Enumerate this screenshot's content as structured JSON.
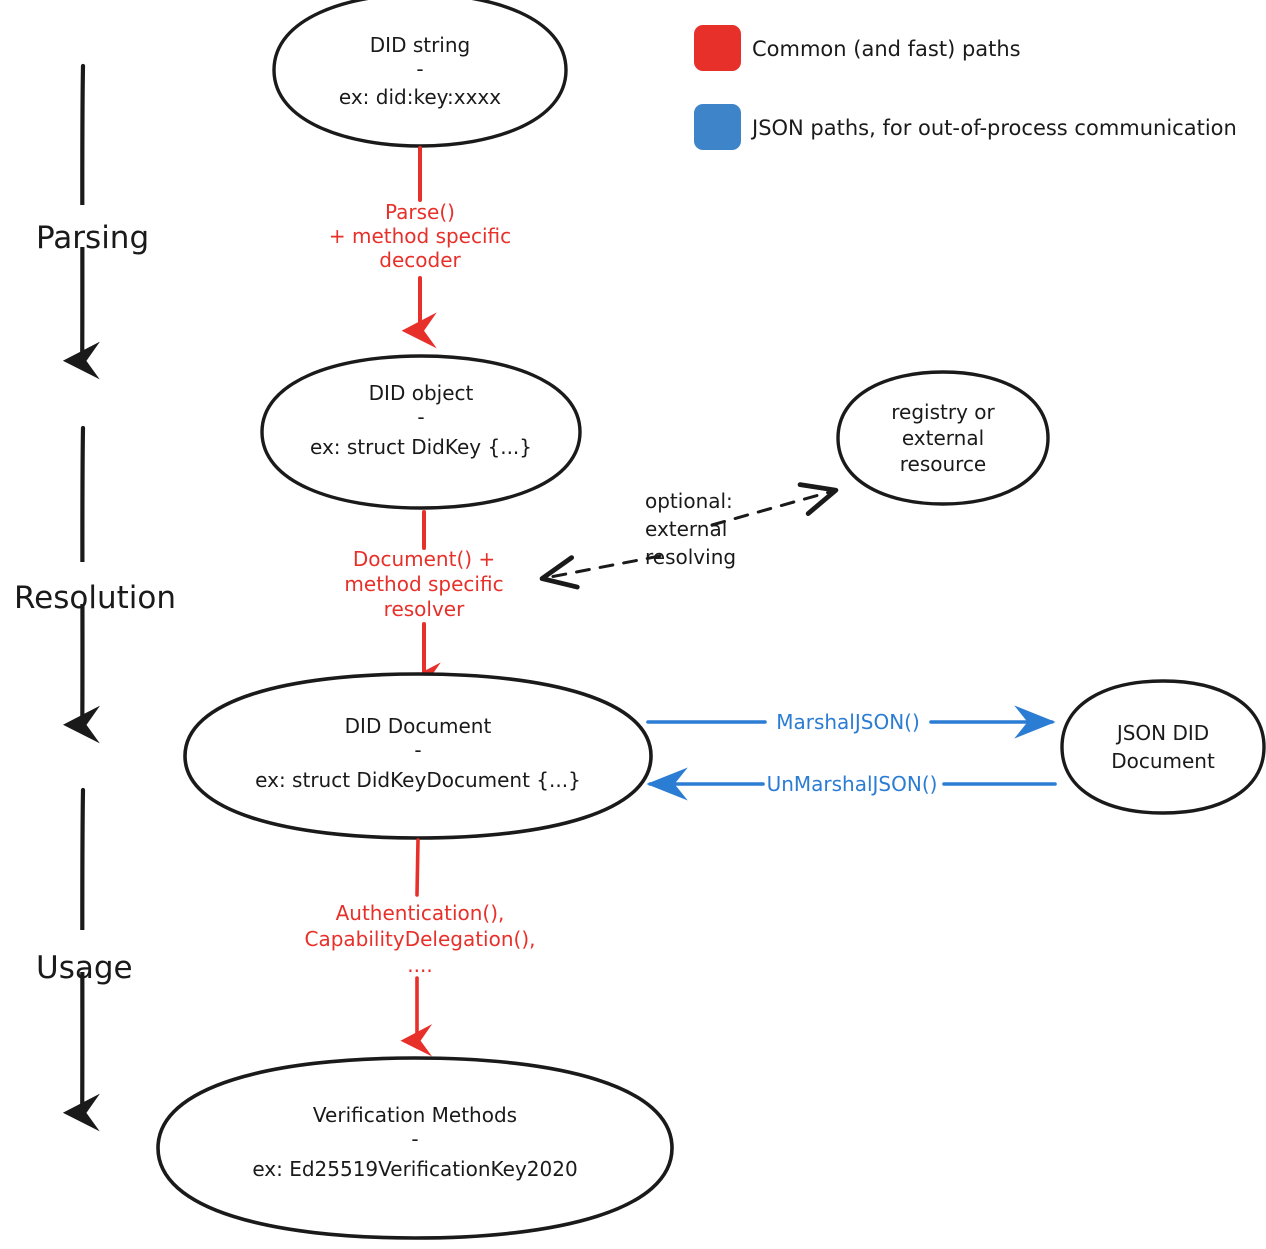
{
  "diagram": {
    "title": "DID lifecycle flow",
    "background": "#ffffff",
    "stroke_color": "#1a1a1a",
    "red": "#e8302a",
    "blue": "#2b7cd3"
  },
  "legend": {
    "items": [
      {
        "color": "#e8302a",
        "label": "Common (and fast) paths",
        "swatch": "red-rounded-square"
      },
      {
        "color": "#3d85c8",
        "label": "JSON paths, for out-of-process communication",
        "swatch": "blue-rounded-square"
      }
    ]
  },
  "phases": [
    {
      "id": "parsing",
      "label": "Parsing"
    },
    {
      "id": "resolution",
      "label": "Resolution"
    },
    {
      "id": "usage",
      "label": "Usage"
    }
  ],
  "nodes": [
    {
      "id": "did-string",
      "lines": [
        "DID string",
        "-",
        "ex: did:key:xxxx"
      ]
    },
    {
      "id": "did-object",
      "lines": [
        "DID object",
        "-",
        "ex: struct DidKey {...}"
      ]
    },
    {
      "id": "registry",
      "lines": [
        "registry or",
        "external",
        "resource"
      ]
    },
    {
      "id": "did-document",
      "lines": [
        "DID Document",
        "-",
        "ex: struct DidKeyDocument {...}"
      ]
    },
    {
      "id": "json-did-document",
      "lines": [
        "JSON DID",
        "Document"
      ]
    },
    {
      "id": "verification-methods",
      "lines": [
        "Verification Methods",
        "-",
        "ex: Ed25519VerificationKey2020"
      ]
    }
  ],
  "edges": [
    {
      "id": "parse-edge",
      "from": "did-string",
      "to": "did-object",
      "color": "#e8302a",
      "style": "solid",
      "lines": [
        "Parse()",
        "+ method specific",
        "decoder"
      ]
    },
    {
      "id": "document-edge",
      "from": "did-object",
      "to": "did-document",
      "color": "#e8302a",
      "style": "solid",
      "lines": [
        "Document() +",
        "method specific",
        "resolver"
      ]
    },
    {
      "id": "external-resolving-edge",
      "from": "did-object",
      "to": "registry",
      "color": "#1a1a1a",
      "style": "dashed",
      "lines": [
        "optional:",
        "external",
        "resolving"
      ]
    },
    {
      "id": "marshal-edge",
      "from": "did-document",
      "to": "json-did-document",
      "color": "#2b7cd3",
      "style": "solid",
      "lines": [
        "MarshalJSON()"
      ]
    },
    {
      "id": "unmarshal-edge",
      "from": "json-did-document",
      "to": "did-document",
      "color": "#2b7cd3",
      "style": "solid",
      "lines": [
        "UnMarshalJSON()"
      ]
    },
    {
      "id": "usage-edge",
      "from": "did-document",
      "to": "verification-methods",
      "color": "#e8302a",
      "style": "solid",
      "lines": [
        "Authentication(),",
        "CapabilityDelegation(),",
        "...."
      ]
    }
  ]
}
